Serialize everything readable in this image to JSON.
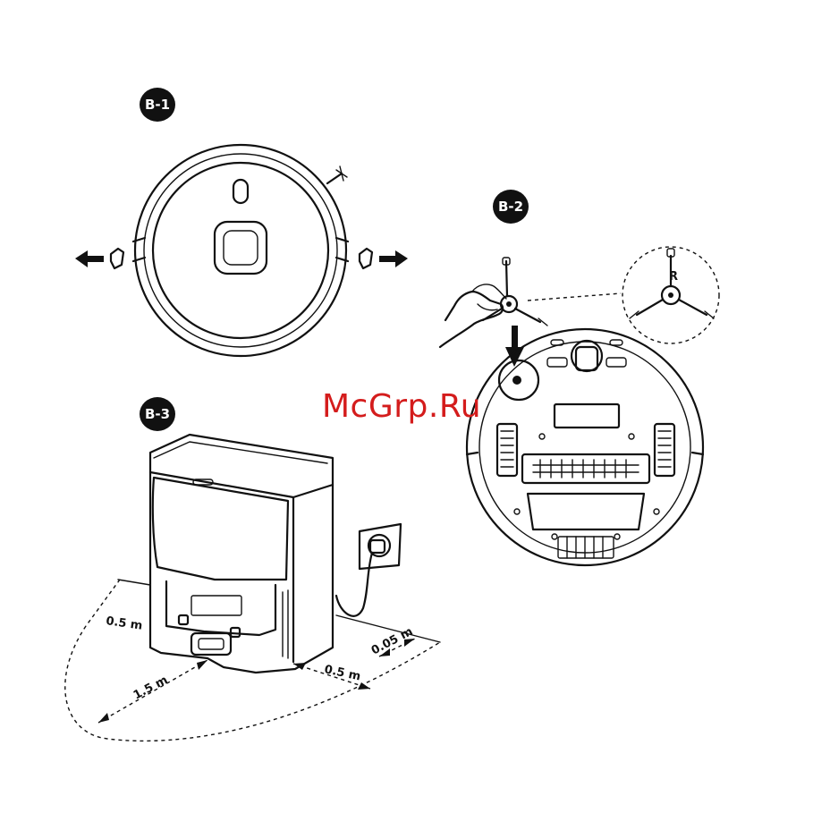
{
  "steps": {
    "b1": {
      "label": "B-1"
    },
    "b2": {
      "label": "B-2"
    },
    "b3": {
      "label": "B-3"
    }
  },
  "dimensions": {
    "left_side": "0.5 m",
    "front": "1.5 m",
    "right_side": "0.5 m",
    "back": "0.05 m"
  },
  "watermark": "McGrp.Ru",
  "side_brush_mark": "R"
}
